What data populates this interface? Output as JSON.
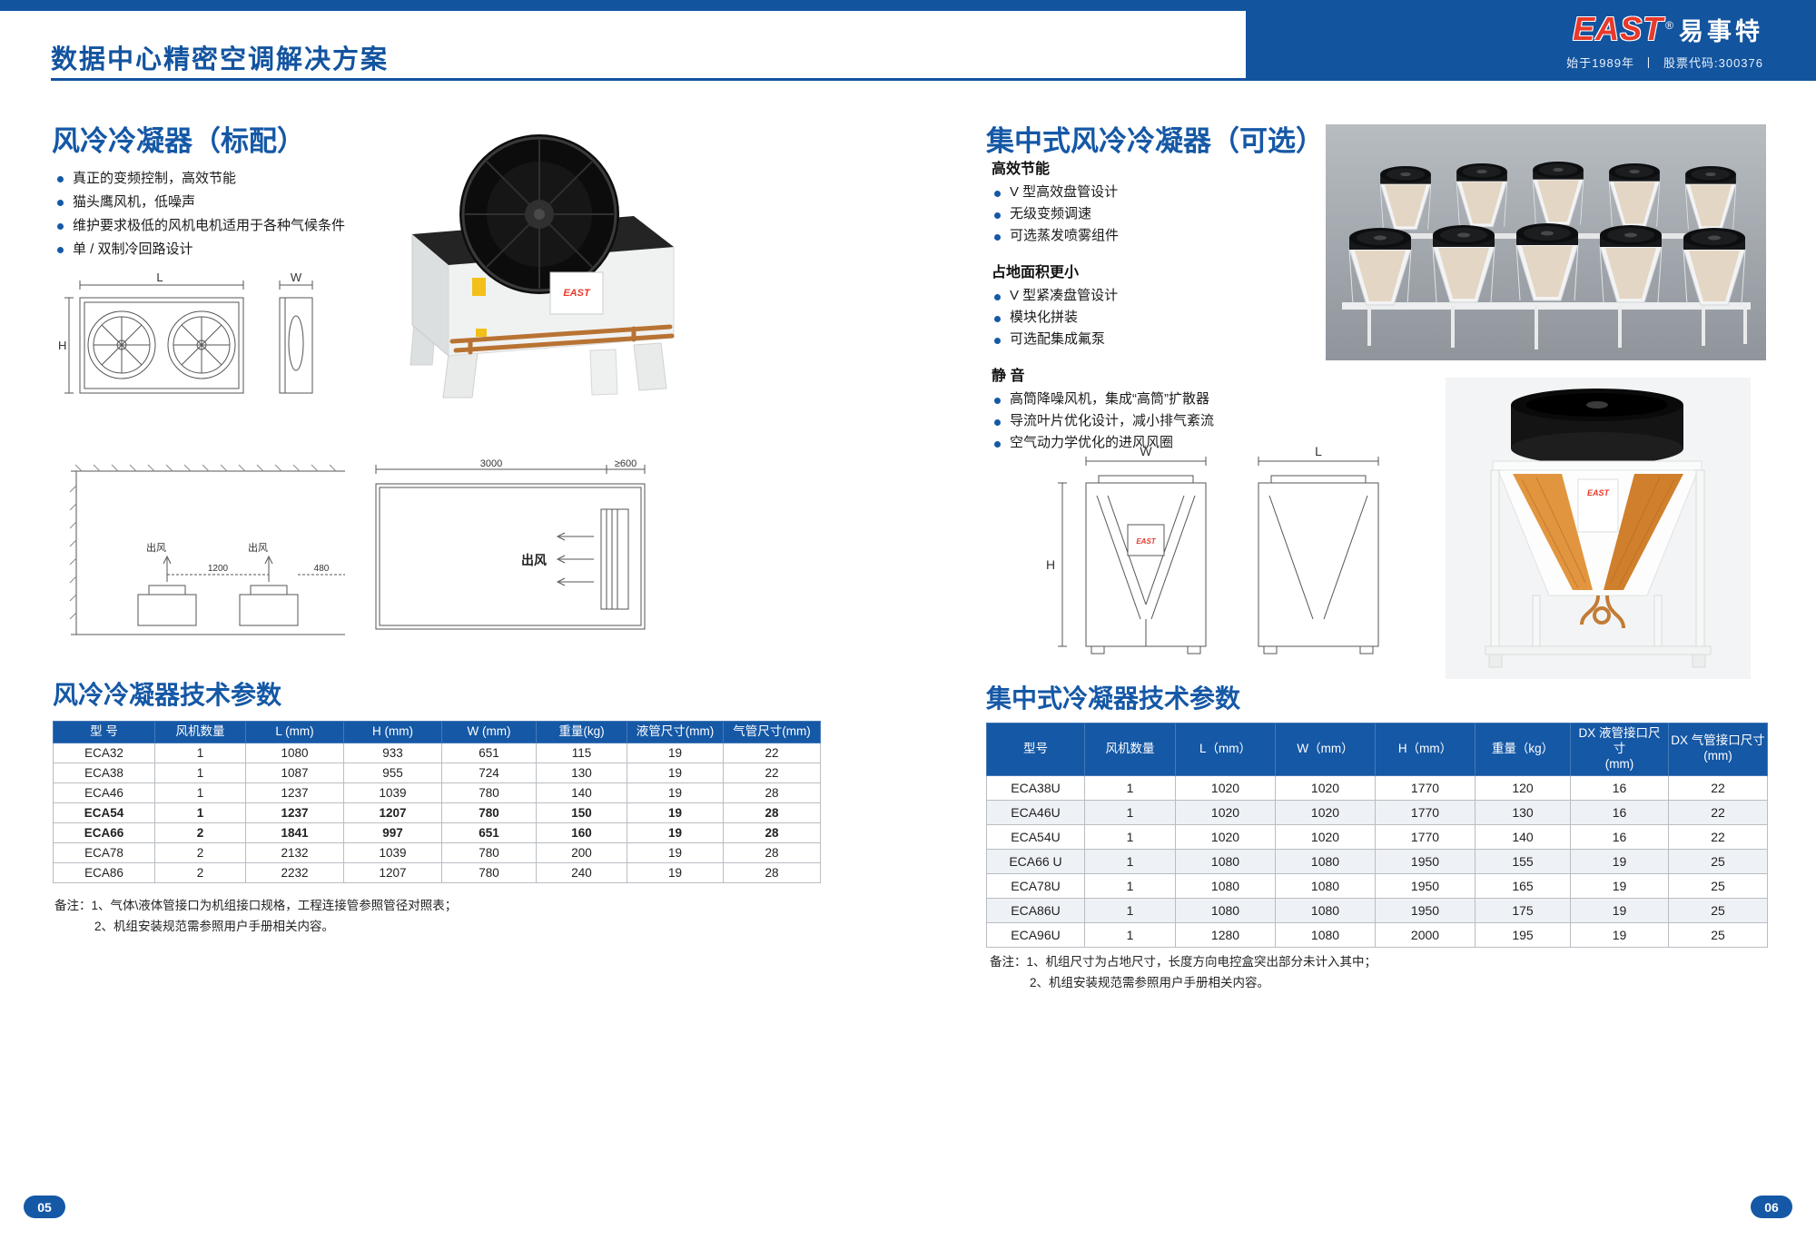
{
  "header": {
    "title": "数据中心精密空调解决方案",
    "brand": {
      "logo": "EAST",
      "reg": "®",
      "logo_cn": "易事特",
      "tagline_left": "始于1989年",
      "tagline_sep": "丨",
      "tagline_right": "股票代码:300376"
    }
  },
  "left_page": {
    "section_title": "风冷冷凝器（标配）",
    "features": [
      "真正的变频控制，高效节能",
      "猫头鹰风机，低噪声",
      "维护要求极低的风机电机适用于各种气候条件",
      "单 / 双制冷回路设计"
    ],
    "front_view": {
      "dim_l": "L",
      "dim_w": "W",
      "dim_h": "H"
    },
    "clearance_view": {
      "dim_3000": "3000",
      "dim_600": "≥600",
      "dim_1200": "1200",
      "dim_480": "480",
      "outlet_label": "出风",
      "outlet_label2": "出风",
      "outlet_label3": "出风"
    },
    "table_title": "风冷冷凝器技术参数",
    "table": {
      "headers": [
        "型  号",
        "风机数量",
        "L (mm)",
        "H (mm)",
        "W (mm)",
        "重量(kg)",
        "液管尺寸(mm)",
        "气管尺寸(mm)"
      ],
      "rows": [
        [
          "ECA32",
          "1",
          "1080",
          "933",
          "651",
          "115",
          "19",
          "22"
        ],
        [
          "ECA38",
          "1",
          "1087",
          "955",
          "724",
          "130",
          "19",
          "22"
        ],
        [
          "ECA46",
          "1",
          "1237",
          "1039",
          "780",
          "140",
          "19",
          "28"
        ],
        [
          "ECA54",
          "1",
          "1237",
          "1207",
          "780",
          "150",
          "19",
          "28"
        ],
        [
          "ECA66",
          "2",
          "1841",
          "997",
          "651",
          "160",
          "19",
          "28"
        ],
        [
          "ECA78",
          "2",
          "2132",
          "1039",
          "780",
          "200",
          "19",
          "28"
        ],
        [
          "ECA86",
          "2",
          "2232",
          "1207",
          "780",
          "240",
          "19",
          "28"
        ]
      ],
      "bold_rows": [
        3,
        4
      ]
    },
    "notes": [
      "备注：1、气体\\液体管接口为机组接口规格，工程连接管参照管径对照表；",
      "2、机组安装规范需参照用户手册相关内容。"
    ],
    "page_number": "05"
  },
  "right_page": {
    "section_title": "集中式风冷冷凝器（可选）",
    "feature_groups": [
      {
        "heading": "高效节能",
        "items": [
          "V 型高效盘管设计",
          "无级变频调速",
          "可选蒸发喷雾组件"
        ]
      },
      {
        "heading": "占地面积更小",
        "items": [
          "V 型紧凑盘管设计",
          "模块化拼装",
          "可选配集成氟泵"
        ]
      },
      {
        "heading": "静 音",
        "items": [
          "高筒降噪风机，集成“高筒”扩散器",
          "导流叶片优化设计，减小排气紊流",
          "空气动力学优化的进风风圈"
        ]
      }
    ],
    "dim_view": {
      "dim_w": "W",
      "dim_l": "L",
      "dim_h": "H"
    },
    "table_title": "集中式冷凝器技术参数",
    "table": {
      "headers": [
        "型号",
        "风机数量",
        "L（mm）",
        "W（mm）",
        "H（mm）",
        "重量（kg）",
        "DX 液管接口尺寸\n(mm)",
        "DX 气管接口尺寸\n(mm)"
      ],
      "rows": [
        [
          "ECA38U",
          "1",
          "1020",
          "1020",
          "1770",
          "120",
          "16",
          "22"
        ],
        [
          "ECA46U",
          "1",
          "1020",
          "1020",
          "1770",
          "130",
          "16",
          "22"
        ],
        [
          "ECA54U",
          "1",
          "1020",
          "1020",
          "1770",
          "140",
          "16",
          "22"
        ],
        [
          "ECA66 U",
          "1",
          "1080",
          "1080",
          "1950",
          "155",
          "19",
          "25"
        ],
        [
          "ECA78U",
          "1",
          "1080",
          "1080",
          "1950",
          "165",
          "19",
          "25"
        ],
        [
          "ECA86U",
          "1",
          "1080",
          "1080",
          "1950",
          "175",
          "19",
          "25"
        ],
        [
          "ECA96U",
          "1",
          "1280",
          "1080",
          "2000",
          "195",
          "19",
          "25"
        ]
      ]
    },
    "notes": [
      "备注：1、机组尺寸为占地尺寸，长度方向电控盒突出部分未计入其中；",
      "2、机组安装规范需参照用户手册相关内容。"
    ],
    "page_number": "06"
  }
}
